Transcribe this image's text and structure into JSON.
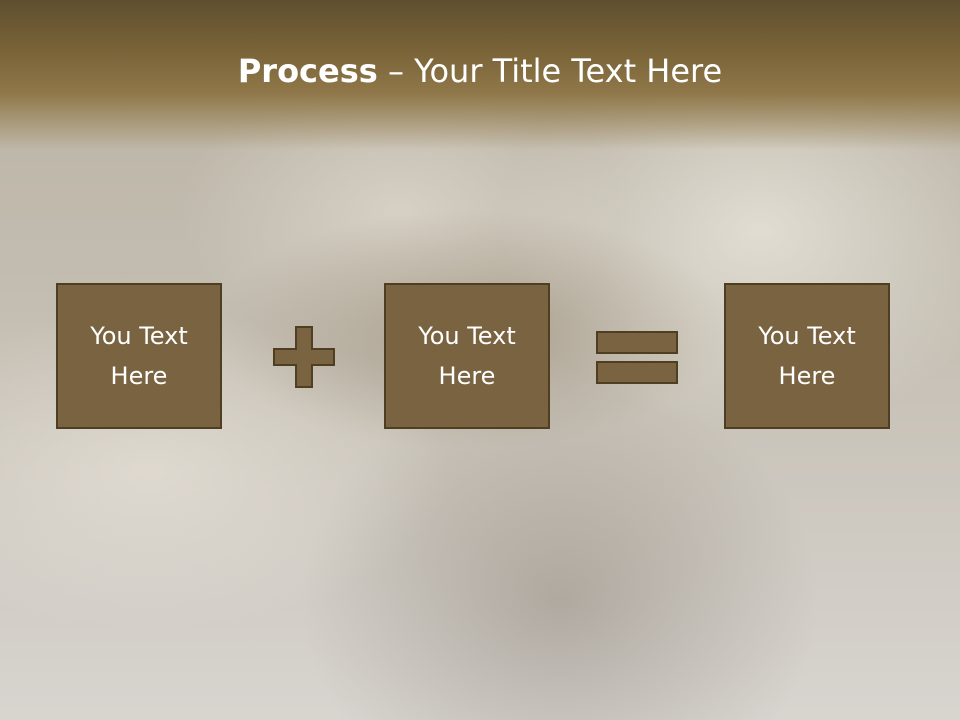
{
  "title": {
    "bold": "Process",
    "rest": " – Your Title Text Here"
  },
  "boxes": [
    {
      "line1": "You Text",
      "line2": "Here"
    },
    {
      "line1": "You Text",
      "line2": "Here"
    },
    {
      "line1": "You Text",
      "line2": "Here"
    }
  ],
  "operators": [
    "plus-icon",
    "equals-icon"
  ],
  "colors": {
    "header": "#7a6438",
    "box_fill": "#7a6340",
    "box_border": "#4f3f22",
    "text": "#ffffff"
  }
}
